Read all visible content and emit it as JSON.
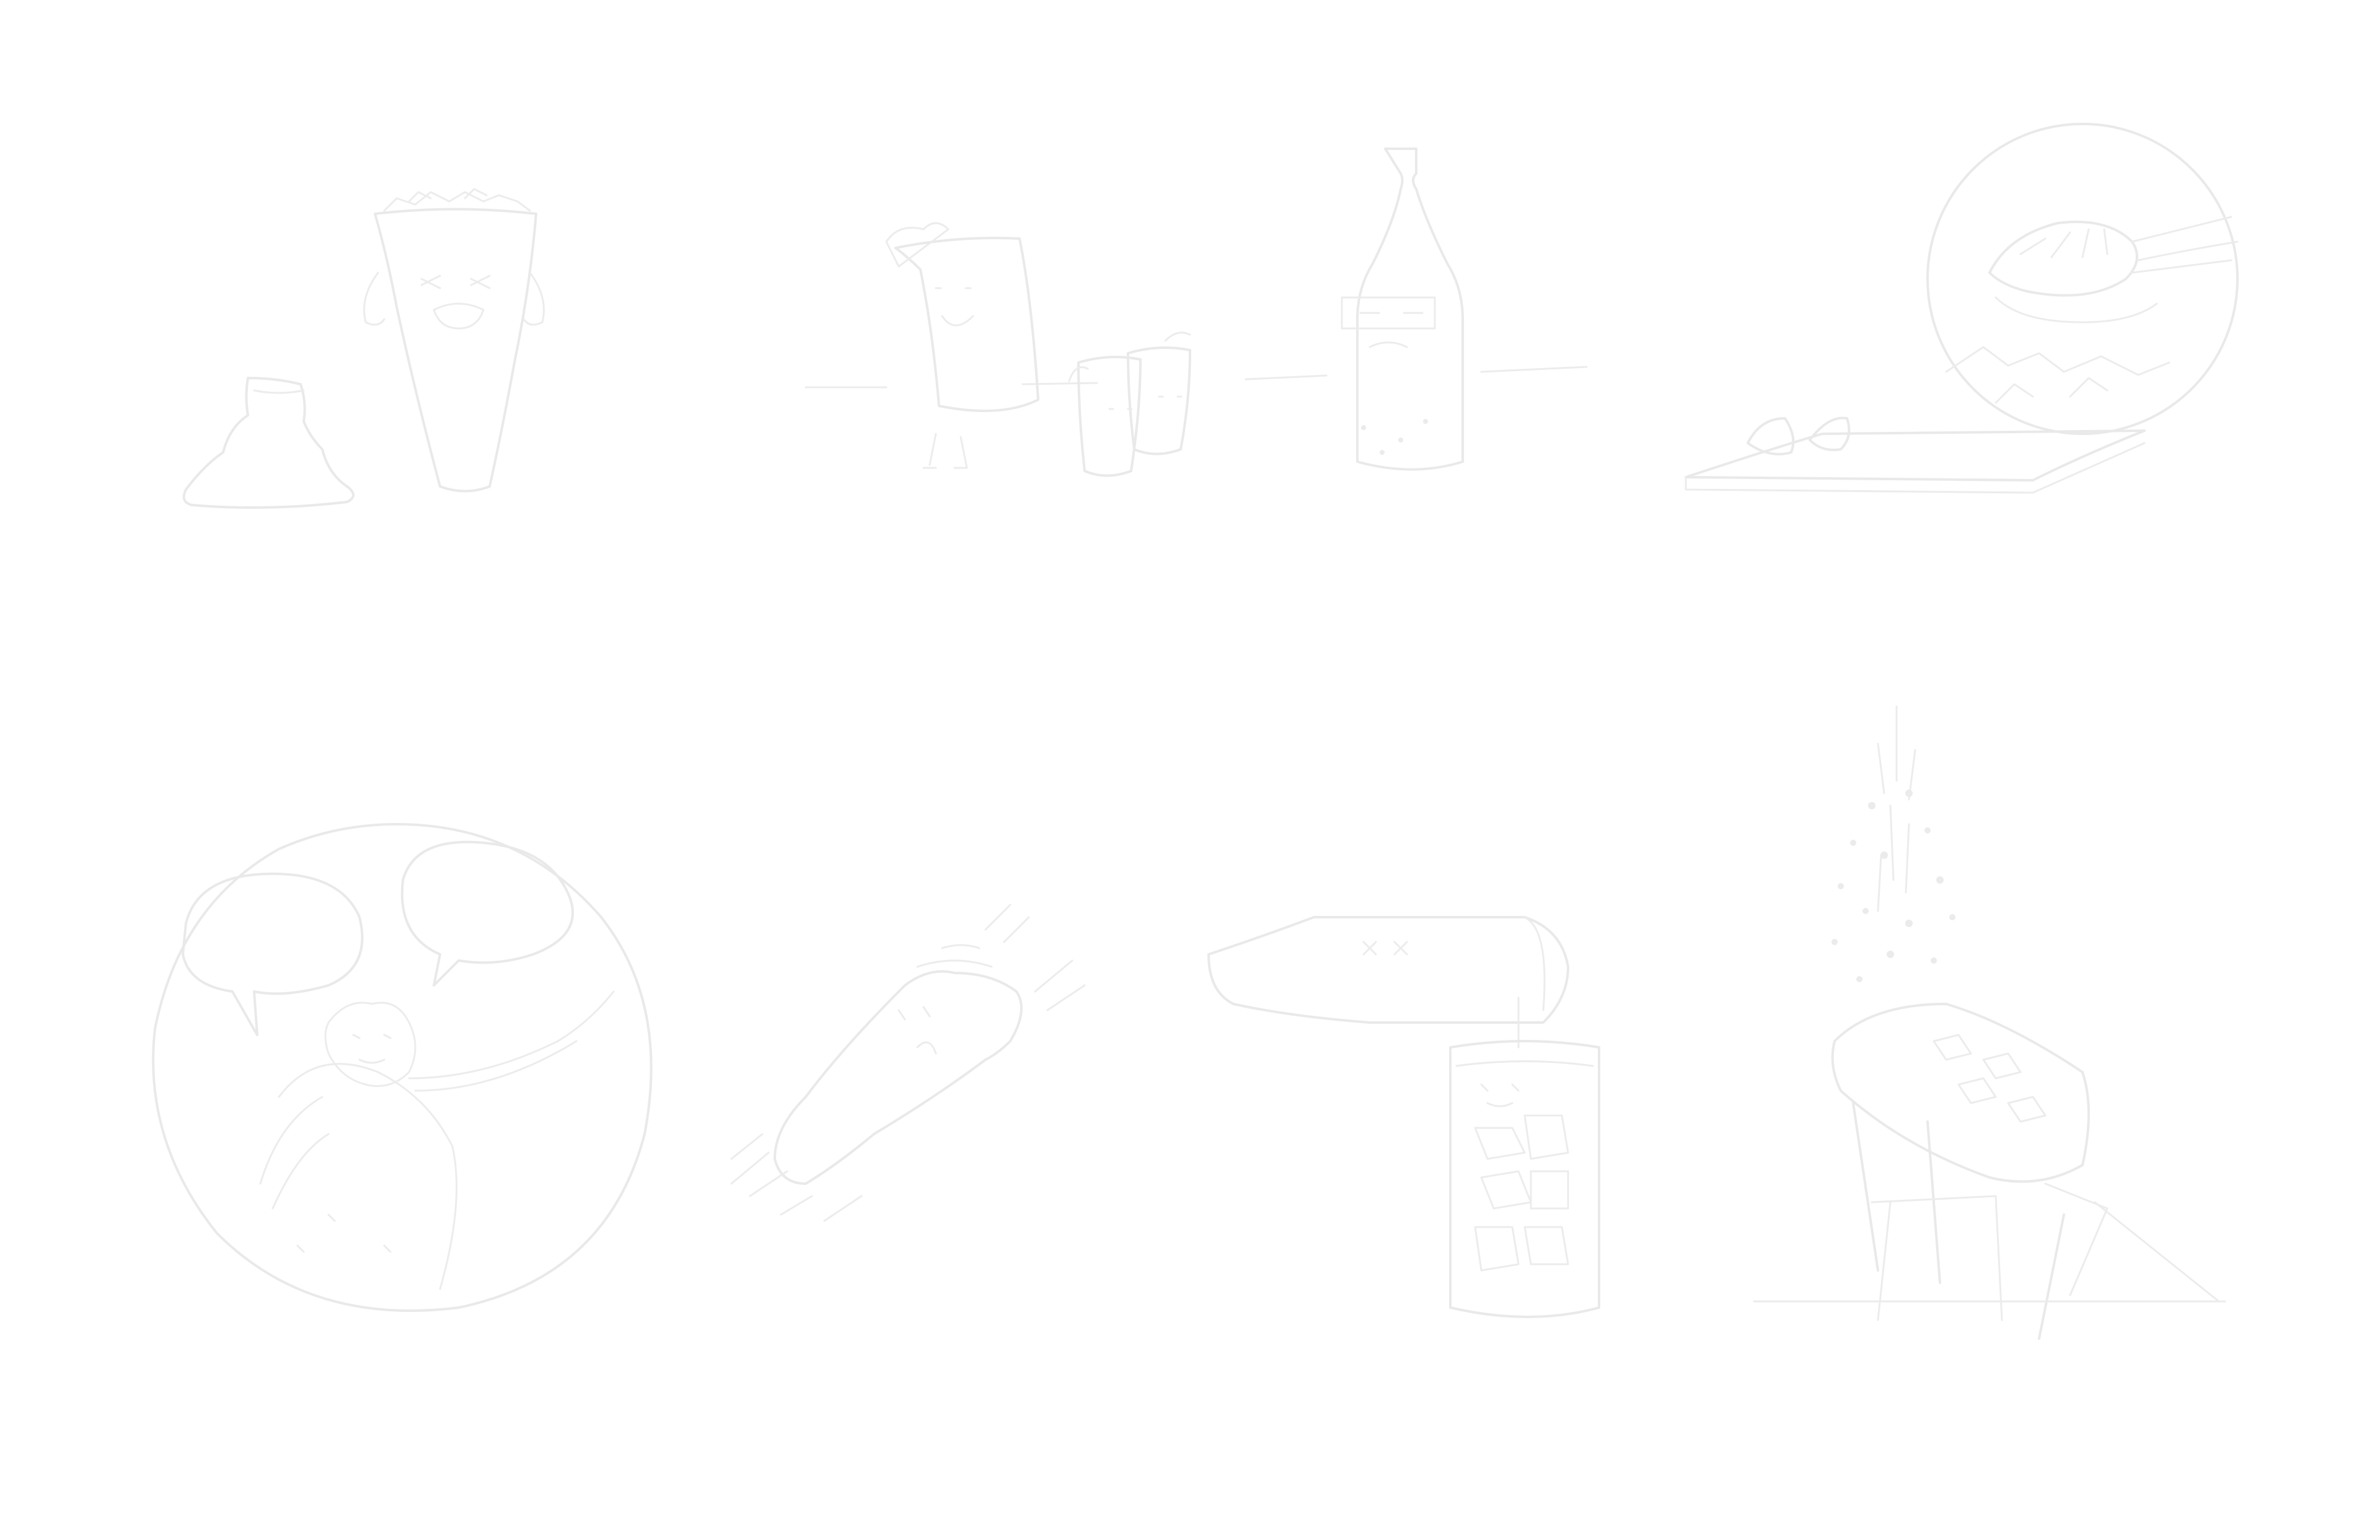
{
  "scene": {
    "background": "#ffffff",
    "stroke_color": "#e9e9e9",
    "panels": [
      {
        "name": "shaker-with-ice-glass",
        "icon": "cocktail-shaker-icon"
      },
      {
        "name": "glasses-and-bottle-lineup",
        "icon": "bottle-icon"
      },
      {
        "name": "citrus-juicer-circle",
        "icon": "juicer-icon"
      },
      {
        "name": "speech-bubbles-circle",
        "icon": "speech-bubble-icon"
      },
      {
        "name": "shaking-shaker",
        "icon": "shaker-shake-icon"
      },
      {
        "name": "pouring-into-glass",
        "icon": "pour-icon"
      },
      {
        "name": "splashing-glass-on-chair",
        "icon": "splash-icon"
      }
    ]
  }
}
